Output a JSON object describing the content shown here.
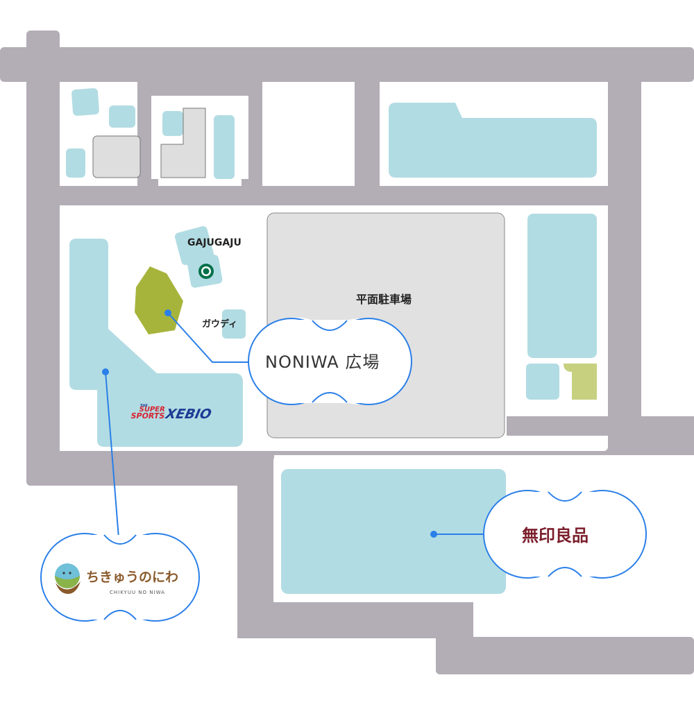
{
  "labels": {
    "gajugaju": "GAJUGAJU",
    "gaudi": "ガウディ",
    "parking": "平面駐車場",
    "xebio": "SUPER SPORTS XEBIO",
    "xebio_small": "THE"
  },
  "callouts": {
    "noniwa": "NONIWA 広場",
    "muji": "無印良品",
    "chikyuu_jp": "ちきゅうのにわ",
    "chikyuu_en": "CHIKYUU NO NIWA"
  },
  "colors": {
    "road": "#b3adb5",
    "block": "#ffffff",
    "building": "#b2dce3",
    "parking": "#e1e1e1",
    "park": "#a7b43c",
    "park_light": "#c6d07f",
    "gray_bldg": "#dedede",
    "pin": "#2a7fe8",
    "muji": "#7b1f2b",
    "xebio_blue": "#1c3c94",
    "xebio_red": "#d72230",
    "logo_brown": "#8a5a2b"
  },
  "icons": [
    "starbucks-logo-icon",
    "map-pin-icon",
    "chikyuu-logo-icon"
  ]
}
